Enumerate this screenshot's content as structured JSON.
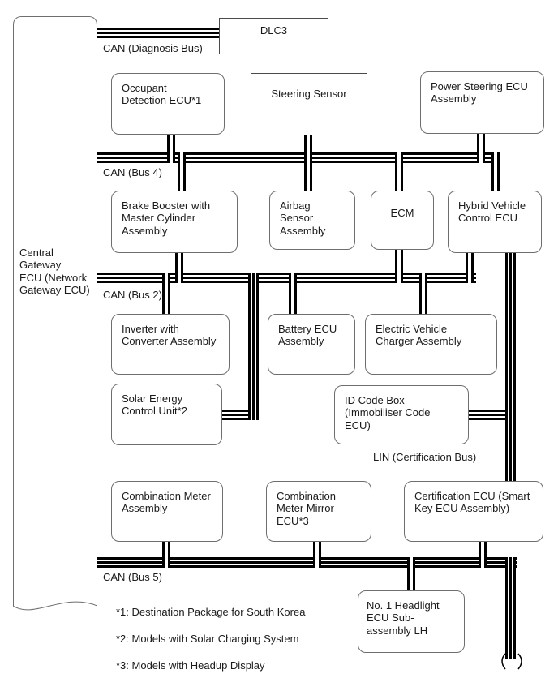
{
  "colors": {
    "background": "#ffffff",
    "line": "#000000",
    "box_border": "#6e6e6e",
    "text": "#1a1a1a"
  },
  "nodes": {
    "gateway": "Central Gateway\nECU (Network\nGateway ECU)",
    "dlc3": "DLC3",
    "occupant_detection": "Occupant Detection ECU*1",
    "steering_sensor": "Steering Sensor",
    "power_steering": "Power Steering ECU Assembly",
    "brake_booster": "Brake Booster with Master Cylinder Assembly",
    "airbag": "Airbag Sensor Assembly",
    "ecm": "ECM",
    "hybrid": "Hybrid Vehicle Control ECU",
    "inverter": "Inverter with Converter Assembly",
    "battery": "Battery ECU Assembly",
    "ev_charger": "Electric Vehicle Charger Assembly",
    "solar": "Solar Energy Control Unit*2",
    "id_code_box": "ID Code Box (Immobiliser Code ECU)",
    "combination_meter": "Combination Meter Assembly",
    "meter_mirror": "Combination Meter Mirror ECU*3",
    "certification": "Certification ECU (Smart Key ECU Assembly)",
    "headlight": "No. 1 Headlight ECU Sub-assembly LH"
  },
  "bus_labels": {
    "diagnosis": "CAN (Diagnosis Bus)",
    "bus4": "CAN (Bus 4)",
    "bus2": "CAN (Bus 2)",
    "lin": "LIN (Certification Bus)",
    "bus5": "CAN (Bus 5)"
  },
  "buses": {
    "diagnosis": [
      "gateway",
      "dlc3"
    ],
    "bus4": [
      "gateway",
      "occupant_detection",
      "steering_sensor",
      "power_steering",
      "brake_booster",
      "airbag",
      "ecm",
      "hybrid"
    ],
    "bus2": [
      "gateway",
      "brake_booster",
      "ecm",
      "hybrid",
      "inverter",
      "solar",
      "battery",
      "ev_charger"
    ],
    "lin": [
      "hybrid",
      "id_code_box",
      "certification"
    ],
    "bus5": [
      "gateway",
      "combination_meter",
      "meter_mirror",
      "certification",
      "headlight"
    ]
  },
  "notes": [
    "*1: Destination Package for South Korea",
    "*2: Models with Solar Charging System",
    "*3: Models with Headup Display"
  ]
}
